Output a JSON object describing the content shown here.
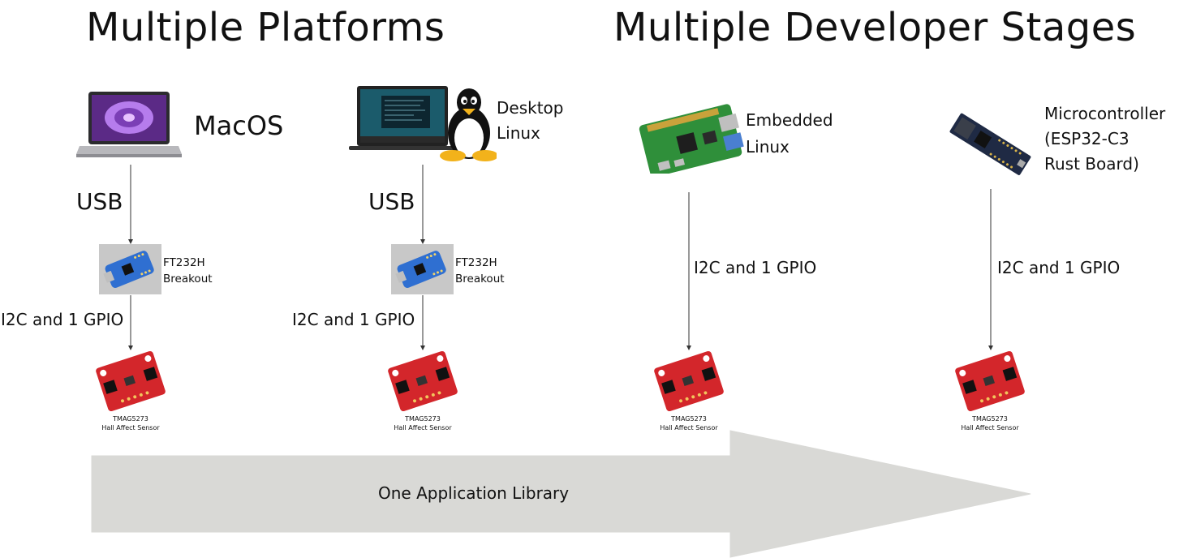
{
  "headings": {
    "left": "Multiple Platforms",
    "right": "Multiple Developer Stages"
  },
  "platforms": [
    {
      "name_lines": [
        "MacOS"
      ],
      "image": "macbook-laptop"
    },
    {
      "name_lines": [
        "Desktop",
        "Linux"
      ],
      "image": "linux-laptop-with-tux"
    },
    {
      "name_lines": [
        "Embedded",
        "Linux"
      ],
      "image": "raspberry-pi-board"
    },
    {
      "name_lines": [
        "Microcontroller",
        "(ESP32-C3",
        "Rust Board)"
      ],
      "image": "esp32-c3-board"
    }
  ],
  "connections": {
    "usb": "USB",
    "i2c": "I2C and 1 GPIO"
  },
  "breakout": {
    "lines": [
      "FT232H",
      "Breakout"
    ],
    "image": "ft232h-board"
  },
  "sensor": {
    "lines": [
      "TMAG5273",
      "Hall Affect Sensor"
    ],
    "image": "red-sensor-board"
  },
  "banner": {
    "label": "One Application Library"
  },
  "colors": {
    "arrow_fill": "#d9d9d6",
    "sensor_red": "#d3262b",
    "pi_green": "#2f8f3a",
    "esp_blue": "#1f2a44"
  }
}
